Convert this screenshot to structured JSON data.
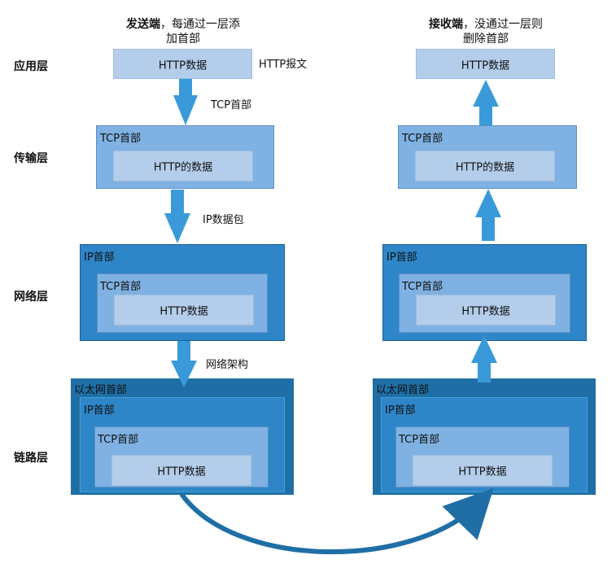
{
  "headings": {
    "sender_bold": "发送端",
    "sender_rest_1": "，每通过一层添",
    "sender_rest_2": "加首部",
    "receiver_bold": "接收端",
    "receiver_rest_1": "，没通过一层则",
    "receiver_rest_2": "删除首部"
  },
  "layers": {
    "application": "应用层",
    "transport": "传输层",
    "network": "网络层",
    "link": "链路层"
  },
  "annotations": {
    "http_message": "HTTP报文",
    "tcp_header": "TCP首部",
    "ip_packet": "IP数据包",
    "network_frame": "网络架构"
  },
  "boxes": {
    "http_data": "HTTP数据",
    "http_of_data": "HTTP的数据",
    "tcp_header": "TCP首部",
    "ip_header": "IP首部",
    "ethernet_header": "以太网首部"
  },
  "colors": {
    "arrow": "#3a9ad9",
    "link_layer": "#1f6fa6",
    "ip_layer": "#2e86c8",
    "tcp_layer": "#7fb2e3",
    "http_layer": "#b3cdea",
    "curve": "#1f6fa6"
  }
}
